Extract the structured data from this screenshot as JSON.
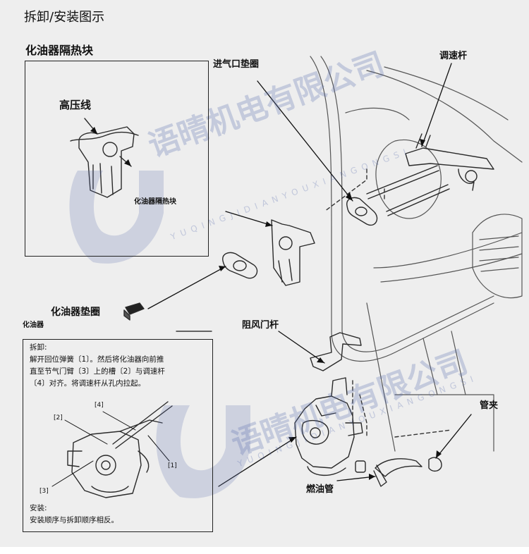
{
  "title": "拆卸/安装图示",
  "labels": {
    "heat_block": "化油器隔热块",
    "high_voltage": "高压线",
    "heat_block_inner": "化油器隔热块",
    "intake_gasket": "进气口垫圈",
    "governor_rod": "调速杆",
    "carb_gasket": "化油器垫圈",
    "carburetor": "化油器",
    "choke_rod": "阻风门杆",
    "hose_clip": "管夹",
    "fuel_tube": "燃油管"
  },
  "instructions": {
    "remove_heading": "拆卸:",
    "remove_line1": "解开回位弹簧〔1〕。然后将化油器向前推",
    "remove_line2": "直至节气门臂〔3〕上的槽〔2〕与调速杆",
    "remove_line3": "〔4〕对齐。将调速杆从孔内拉起。",
    "install_heading": "安装:",
    "install_line1": "安装顺序与拆卸顺序相反。",
    "callout_1": "[1]",
    "callout_2": "[2]",
    "callout_3": "[3]",
    "callout_4": "[4]"
  },
  "watermark": {
    "brand": "语晴机电有限公司",
    "pinyin": "YUQINGJIDIANYOUXIANGONGSI"
  }
}
